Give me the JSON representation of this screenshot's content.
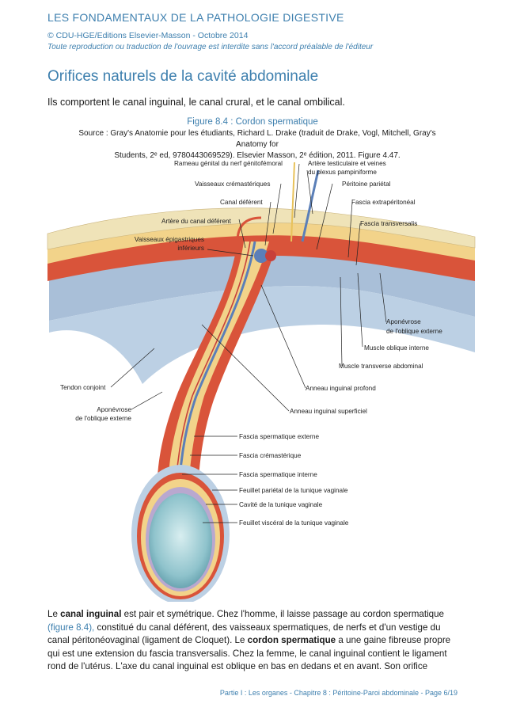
{
  "header": {
    "title": "LES FONDAMENTAUX DE LA PATHOLOGIE DIGESTIVE",
    "copyright": "© CDU-HGE/Editions Elsevier-Masson - Octobre 2014",
    "rights": "Toute reproduction ou traduction de l'ouvrage est interdite sans l'accord préalable de l'éditeur"
  },
  "section_title": "Orifices naturels de la cavité abdominale",
  "intro": "Ils comportent le canal inguinal, le canal crural, et le canal ombilical.",
  "figure": {
    "caption": "Figure 8.4 : Cordon spermatique",
    "source_line1": "Source : Gray's Anatomie pour les étudiants, Richard L. Drake (traduit de Drake, Vogl, Mitchell, Gray's Anatomy for",
    "source_line2": "Students, 2ᵉ ed, 9780443069529). Elsevier Masson, 2ᵉ édition, 2011. Figure 4.47.",
    "labels": {
      "rameau": "Rameau génital du nerf génitofémoral",
      "artere_testiculaire_1": "Artère testiculaire et veines",
      "artere_testiculaire_2": "du plexus pampiniforme",
      "vaisseaux_cremasteriques": "Vaisseaux crémastériques",
      "peritoine_parietal": "Péritoine pariétal",
      "canal_deferent": "Canal déférent",
      "fascia_extraperitoneal": "Fascia extrapéritonéal",
      "artere_canal_deferent": "Artère du canal déférent",
      "fascia_transversalis": "Fascia transversalis",
      "vaisseaux_epigastriques_1": "Vaisseaux épigastriques",
      "vaisseaux_epigastriques_2": "inférieurs",
      "aponevrose_oblique_ext_1": "Aponévrose",
      "aponevrose_oblique_ext_2": "de l'oblique externe",
      "muscle_oblique_interne": "Muscle oblique interne",
      "muscle_transverse": "Muscle transverse abdominal",
      "tendon_conjoint": "Tendon conjoint",
      "anneau_profond": "Anneau inguinal profond",
      "aponevrose_gauche_1": "Aponévrose",
      "aponevrose_gauche_2": "de l'oblique externe",
      "anneau_superficiel": "Anneau inguinal superficiel",
      "fascia_sperm_externe": "Fascia spermatique externe",
      "fascia_cremasterique": "Fascia crémastérique",
      "fascia_sperm_interne": "Fascia spermatique interne",
      "feuillet_parietal": "Feuillet pariétal de la tunique vaginale",
      "cavite_tunique": "Cavité de la tunique vaginale",
      "feuillet_visceral": "Feuillet viscéral de la tunique vaginale"
    }
  },
  "body": {
    "p1": "Le ",
    "p1_bold": "canal inguinal",
    "p2": " est pair et symétrique. Chez l'homme, il laisse passage au cordon spermatique ",
    "p2_link": "(figure 8.4),",
    "p3": " constitué du canal déférent, des vaisseaux spermatiques, de nerfs et d'un vestige du canal péritonéovaginal (ligament de Cloquet). Le ",
    "p3_bold": "cordon spermatique",
    "p4": " a une gaine fibreuse propre qui est une extension du fascia transversalis. Chez la femme, le canal inguinal contient le ligament rond de l'utérus. L'axe du canal inguinal est oblique en bas en dedans et en avant. Son orifice"
  },
  "footer": "Partie I : Les organes - Chapitre 8 : Péritoine-Paroi abdominale  - Page 6/19",
  "colors": {
    "header_blue": "#3d7fae",
    "muscle_red": "#d9543a",
    "fascia_yellow": "#f2d38a",
    "aponeurosis_blue": "#a9bfd8",
    "testis_teal": "#8fc3cc"
  }
}
